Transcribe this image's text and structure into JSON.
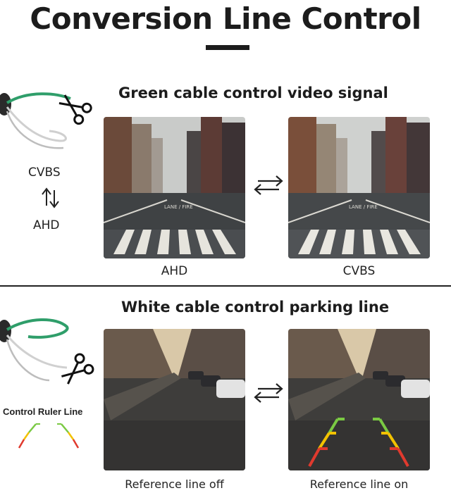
{
  "title": "Conversion Line Control",
  "section1": {
    "heading": "Green cable control video signal",
    "side_top": "CVBS",
    "side_bottom": "AHD",
    "left_caption": "AHD",
    "right_caption": "CVBS",
    "road_marking": "LANE / FIRE"
  },
  "section2": {
    "heading": "White cable control parking line",
    "side_label": "Control Ruler Line",
    "left_caption": "Reference line off",
    "right_caption": "Reference line on"
  },
  "colors": {
    "cable_green": "#2f9e6a",
    "ruler_green": "#7ac943",
    "ruler_yellow": "#f2c200",
    "ruler_red": "#e03a2e"
  }
}
